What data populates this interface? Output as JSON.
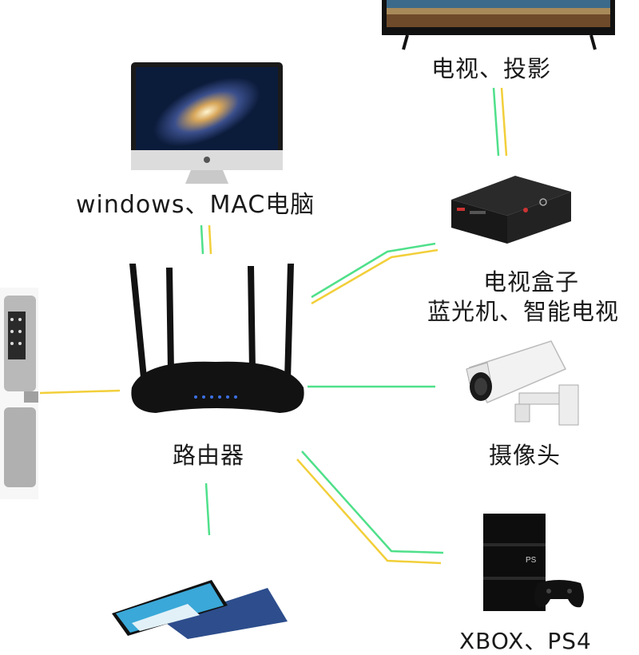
{
  "labels": {
    "tv": "电视、投影",
    "pc": "windows、MAC电脑",
    "tvbox_line1": "电视盒子",
    "tvbox_line2": "蓝光机、智能电视",
    "camera": "摄像头",
    "router": "路由器",
    "console": "XBOX、PS4"
  },
  "colors": {
    "wire_green": "#4fe08a",
    "wire_yellow": "#f2cf3a",
    "router_body": "#121212",
    "router_led": "#3d6fe0",
    "pc_screen_bg": "#0b1b3a",
    "ps4_body": "#0d0d0d"
  },
  "icons": [
    "tv-icon",
    "imac-icon",
    "mini-pc-icon",
    "security-camera-icon",
    "wifi-router-icon",
    "smart-lock-icon",
    "smartphone-icon",
    "ps4-console-icon",
    "gamepad-icon"
  ]
}
